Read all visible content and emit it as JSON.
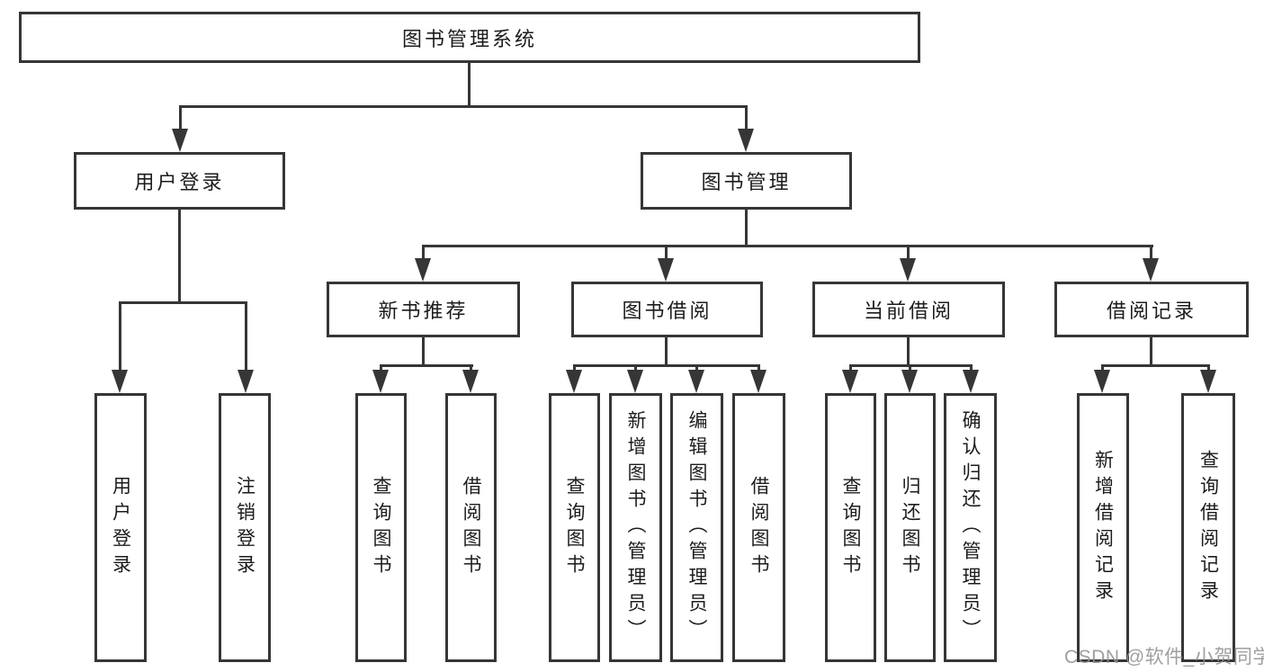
{
  "diagram": {
    "title": "图书管理系统",
    "root": {
      "label": "图书管理系统"
    },
    "branches": [
      {
        "label": "用户登录",
        "children": [
          {
            "label": "用户登录"
          },
          {
            "label": "注销登录"
          }
        ]
      },
      {
        "label": "图书管理",
        "children": [
          {
            "label": "新书推荐",
            "children": [
              {
                "label": "查询图书"
              },
              {
                "label": "借阅图书"
              }
            ]
          },
          {
            "label": "图书借阅",
            "children": [
              {
                "label": "查询图书"
              },
              {
                "label": "新增图书（管理员）"
              },
              {
                "label": "编辑图书（管理员）"
              },
              {
                "label": "借阅图书"
              }
            ]
          },
          {
            "label": "当前借阅",
            "children": [
              {
                "label": "查询图书"
              },
              {
                "label": "归还图书"
              },
              {
                "label": "确认归还（管理员）"
              }
            ]
          },
          {
            "label": "借阅记录",
            "children": [
              {
                "label": "新增借阅记录"
              },
              {
                "label": "查询借阅记录"
              }
            ]
          }
        ]
      }
    ]
  },
  "watermark": {
    "text": "CSDN @软件_小贺同学"
  },
  "colors": {
    "line": "#363636",
    "text": "#1c1c1c",
    "background": "#ffffff",
    "watermark": "#929292"
  }
}
